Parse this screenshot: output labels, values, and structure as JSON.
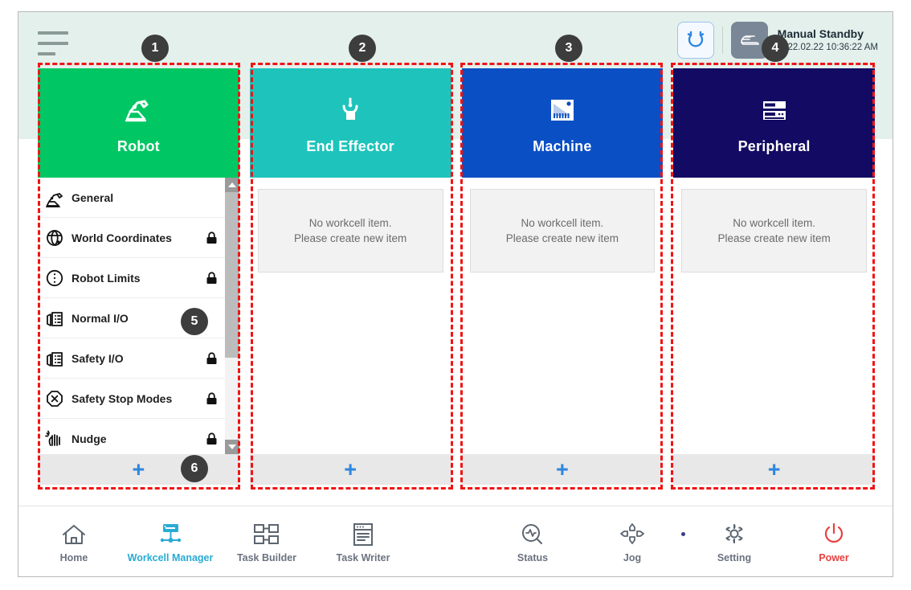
{
  "header": {
    "menu_icon": "hamburger-menu-icon",
    "reset_icon": "reset-arrow-icon",
    "mode_icon": "manual-hand-icon",
    "status_title": "Manual Standby",
    "status_time": "2022.02.22 10:36:22 AM"
  },
  "cards": [
    {
      "id": "robot",
      "title": "Robot",
      "icon": "robot-arm-icon",
      "color": "#00c763",
      "type": "list",
      "add_label": "+",
      "items": [
        {
          "label": "General",
          "icon": "robot-arm-icon",
          "locked": false
        },
        {
          "label": "World Coordinates",
          "icon": "globe-axis-icon",
          "locked": true
        },
        {
          "label": "Robot Limits",
          "icon": "limits-circle-icon",
          "locked": true
        },
        {
          "label": "Normal I/O",
          "icon": "io-port-icon",
          "locked": false
        },
        {
          "label": "Safety I/O",
          "icon": "io-port-icon",
          "locked": true
        },
        {
          "label": "Safety Stop Modes",
          "icon": "stop-octagon-icon",
          "locked": true
        },
        {
          "label": "Nudge",
          "icon": "hand-nudge-icon",
          "locked": true
        }
      ]
    },
    {
      "id": "end-effector",
      "title": "End Effector",
      "icon": "gripper-icon",
      "color": "#1ec4bb",
      "type": "empty",
      "add_label": "+",
      "empty_line1": "No workcell item.",
      "empty_line2": "Please create new item"
    },
    {
      "id": "machine",
      "title": "Machine",
      "icon": "machine-icon",
      "color": "#0b4fc4",
      "type": "empty",
      "add_label": "+",
      "empty_line1": "No workcell item.",
      "empty_line2": "Please create new item"
    },
    {
      "id": "peripheral",
      "title": "Peripheral",
      "icon": "peripheral-rack-icon",
      "color": "#120a63",
      "type": "empty",
      "add_label": "+",
      "empty_line1": "No workcell item.",
      "empty_line2": "Please create new item"
    }
  ],
  "nav_left": [
    {
      "label": "Home",
      "icon": "home-icon",
      "active": false
    },
    {
      "label": "Workcell Manager",
      "icon": "workcell-icon",
      "active": true
    },
    {
      "label": "Task Builder",
      "icon": "task-builder-icon",
      "active": false
    },
    {
      "label": "Task Writer",
      "icon": "task-writer-icon",
      "active": false
    }
  ],
  "nav_right": [
    {
      "label": "Status",
      "icon": "status-scope-icon",
      "style": "normal"
    },
    {
      "label": "Jog",
      "icon": "jog-dpad-icon",
      "style": "normal"
    },
    {
      "label": "Setting",
      "icon": "gear-icon",
      "style": "normal"
    },
    {
      "label": "Power",
      "icon": "power-icon",
      "style": "power"
    }
  ],
  "annotations": [
    {
      "n": "1"
    },
    {
      "n": "2"
    },
    {
      "n": "3"
    },
    {
      "n": "4"
    },
    {
      "n": "5"
    },
    {
      "n": "6"
    }
  ],
  "colors": {
    "annotation": "#f01414",
    "badge": "#3d3d3d",
    "accent_blue": "#2e86de",
    "active_nav": "#29abd4",
    "power_red": "#e8413f",
    "header_band": "#e4f0ec"
  }
}
